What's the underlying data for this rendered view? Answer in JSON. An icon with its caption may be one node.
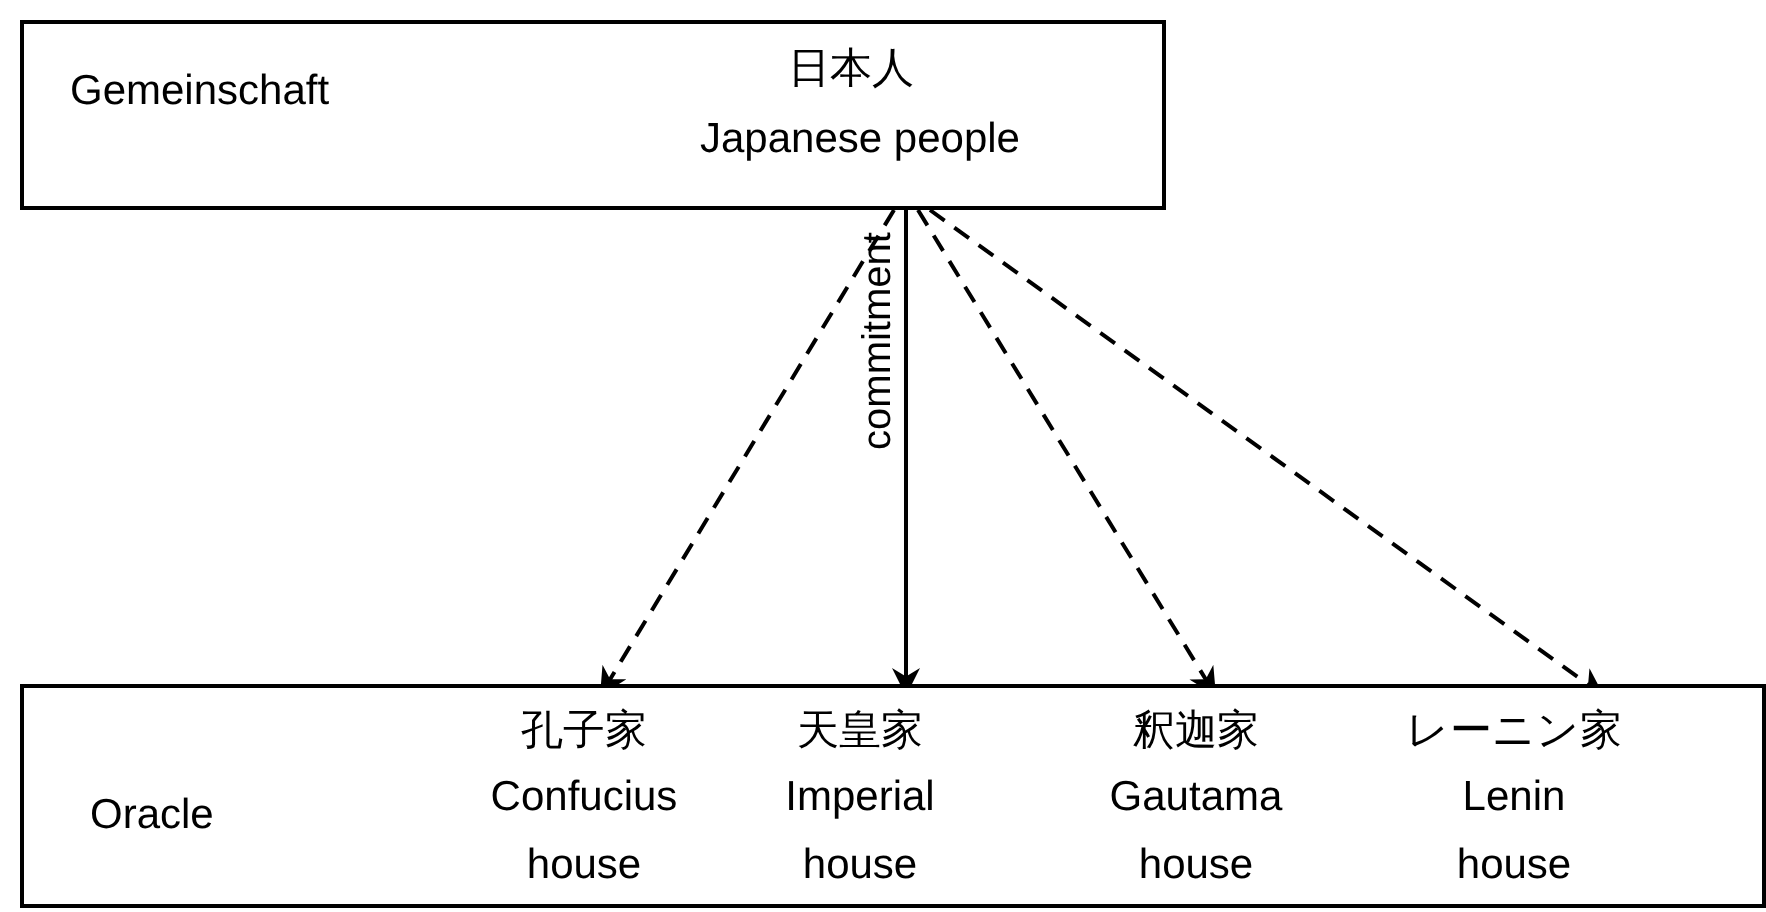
{
  "diagram": {
    "nodes": [
      {
        "text": [
          "Gemeinschaft",
          "日本人",
          "Japanese people"
        ]
      },
      {
        "text": [
          "Oracle"
        ]
      },
      {
        "text": [
          "孔子家",
          "Confucius house"
        ],
        "in": 1
      },
      {
        "text": [
          "天皇家",
          "Imperial house"
        ],
        "in": 1
      },
      {
        "text": [
          "釈迦家",
          "Gautama house"
        ],
        "in": 1
      },
      {
        "text": [
          "レーニン家",
          "Lenin house"
        ],
        "in": 1
      }
    ],
    "edges": [
      {
        "from": 0,
        "to": 2,
        "arrow": "to",
        "style": "dashed"
      },
      {
        "from": 0,
        "to": 3,
        "arrow": "to",
        "label": "commitment"
      },
      {
        "from": 0,
        "to": 4,
        "arrow": "to",
        "style": "dashed"
      },
      {
        "from": 0,
        "to": 5,
        "arrow": "to",
        "style": "dashed"
      }
    ]
  }
}
